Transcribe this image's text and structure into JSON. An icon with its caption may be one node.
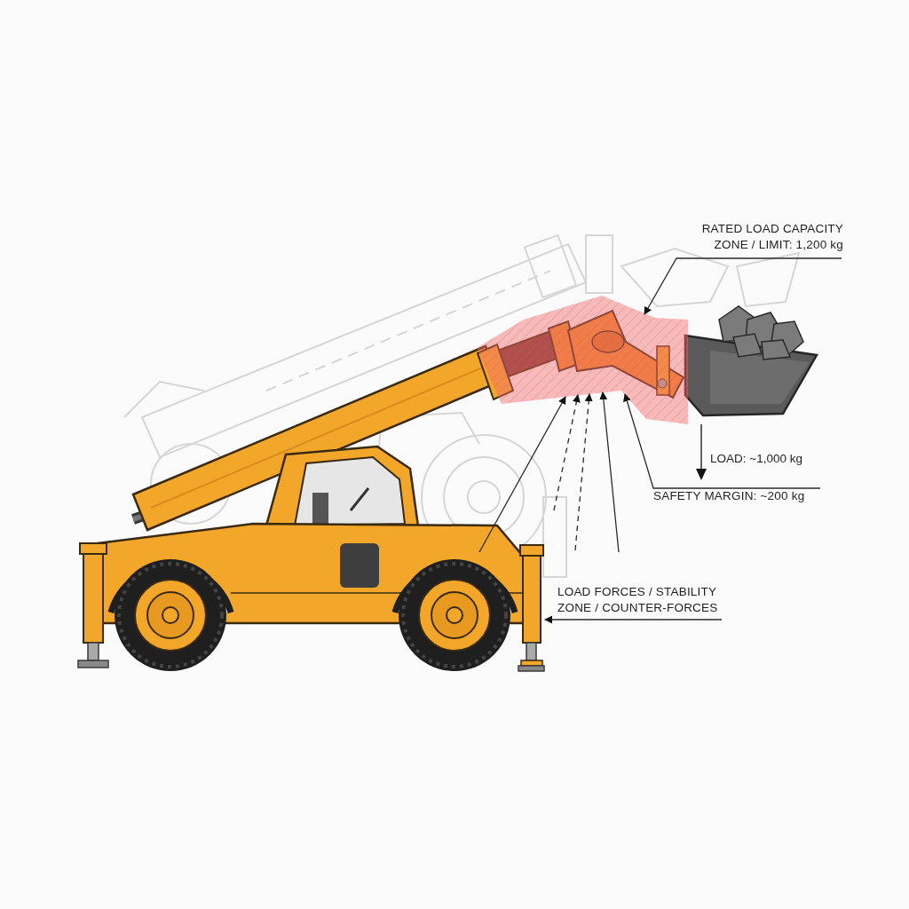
{
  "diagram": {
    "nodes": [
      {
        "text": [
          "RATED LOAD CAPACITY ZONE / LIMIT: 1,200 kg"
        ]
      },
      {
        "text": [],
        "shape": "band"
      },
      {
        "text": [
          "SAFETY MARGIN: ~200 kg"
        ]
      },
      {
        "text": [
          "LOAD FORCES / STABILITY ZONE / COUNTER-FORCES"
        ]
      },
      {
        "text": [],
        "shape": "picture"
      }
    ],
    "edges": [
      {
        "from": 0,
        "to": 1,
        "arrow": "to"
      },
      {
        "from": 2,
        "to": 1,
        "arrow": "to"
      },
      {
        "from": null,
        "to": 1,
        "arrow": "to"
      },
      {
        "from": null,
        "to": 1,
        "arrow": "to",
        "style": "dashed"
      },
      {
        "from": null,
        "to": 1,
        "arrow": "to",
        "style": "dashed"
      },
      {
        "from": null,
        "to": 1,
        "arrow": "to"
      },
      {
        "from": 3,
        "to": 4,
        "arrow": "to"
      }
    ],
    "labels": [
      "LOAD: ~1,000 kg"
    ]
  }
}
